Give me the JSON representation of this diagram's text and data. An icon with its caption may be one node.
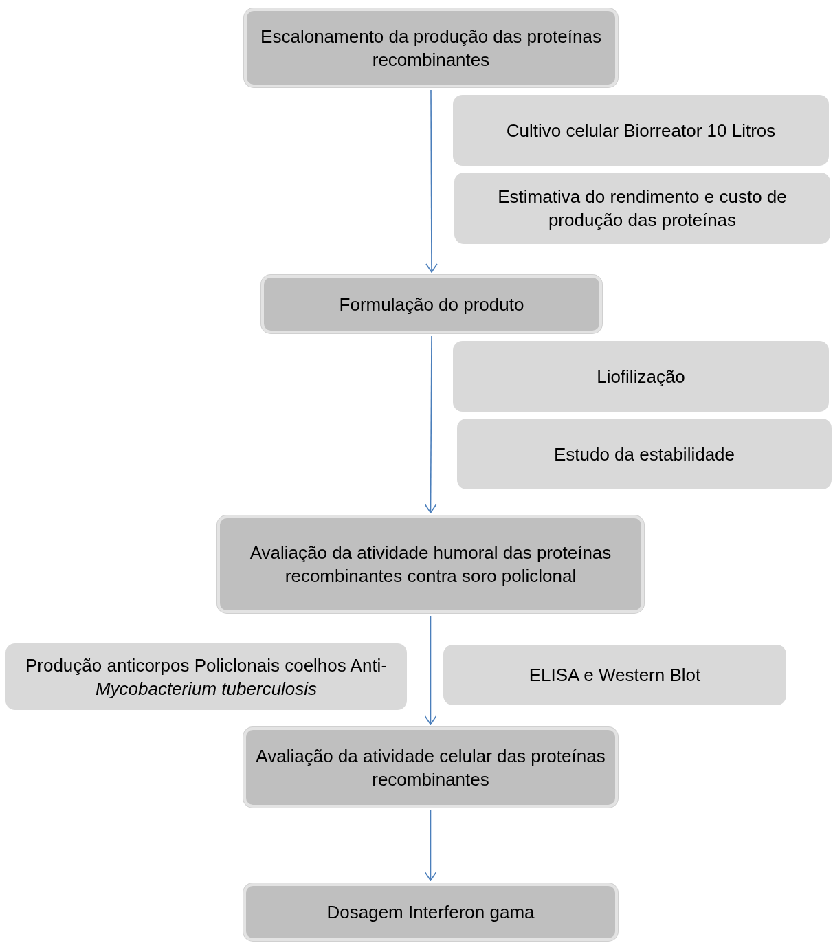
{
  "diagram": {
    "nodes": [
      {
        "text": [
          "Escalonamento da produção das proteínas recombinantes"
        ]
      },
      {
        "text": [
          "Cultivo celular Biorreator 10 Litros"
        ]
      },
      {
        "text": [
          "Estimativa do rendimento e custo de produção das proteínas"
        ]
      },
      {
        "text": [
          "Formulação do produto"
        ]
      },
      {
        "text": [
          "Liofilização"
        ]
      },
      {
        "text": [
          "Estudo da estabilidade"
        ]
      },
      {
        "text": [
          "Avaliação da atividade humoral das proteínas recombinantes contra soro policlonal"
        ]
      },
      {
        "text": [
          "Produção anticorpos Policlonais coelhos Anti-*Mycobacterium tuberculosis*"
        ]
      },
      {
        "text": [
          "ELISA e Western Blot"
        ]
      },
      {
        "text": [
          "Avaliação da atividade celular das proteínas recombinantes"
        ]
      },
      {
        "text": [
          "Dosagem Interferon gama"
        ]
      }
    ],
    "edges": [
      {
        "from": 0,
        "to": 3,
        "arrow": "to"
      },
      {
        "from": 3,
        "to": 6,
        "arrow": "to"
      },
      {
        "from": 6,
        "to": 9,
        "arrow": "to"
      },
      {
        "from": 9,
        "to": 10,
        "arrow": "to"
      }
    ]
  }
}
